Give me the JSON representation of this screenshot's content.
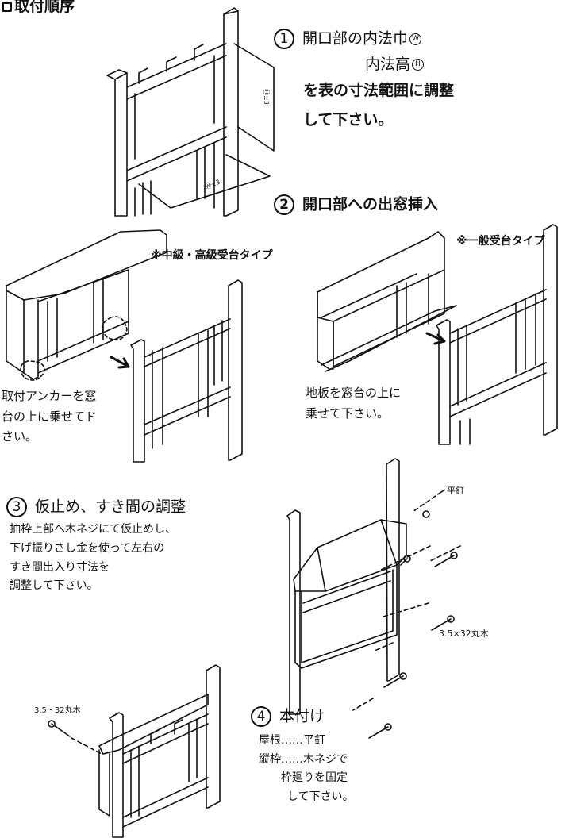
{
  "title": "取付順序",
  "step1": {
    "num": "1",
    "lines": [
      "開口部の内法巾",
      "内法高",
      "を表の寸法範囲に調整",
      "して下さい。"
    ],
    "mark_w": "W",
    "mark_h": "H",
    "dim_h": "Ⓗ±3",
    "dim_w": "Ⓦ±3"
  },
  "step2": {
    "num": "2",
    "title": "開口部への出窓挿入",
    "type_a": "※中級・高級受台タイプ",
    "type_b": "※一般受台タイプ",
    "note_a": [
      "取付アンカーを窓",
      "台の上に乗せてド",
      "さい。"
    ],
    "note_b": [
      "地板を窓台の上に",
      "乗せて下さい。"
    ]
  },
  "step3": {
    "num": "3",
    "title": "仮止め、すき間の調整",
    "lines": [
      "抽枠上部へ木ネジにて仮止めし、",
      "下げ振りさし金を使って左右の",
      "すき間出入り寸法を",
      "調整して下さい。"
    ],
    "label_nail": "平釘",
    "label_screw": "3.5×32丸木"
  },
  "step4": {
    "num": "4",
    "title": "本付け",
    "lines": [
      "屋根……平釘",
      "縦枠……木ネジで",
      "枠廻りを固定",
      "して下さい。"
    ],
    "label_screw": "3.5・32丸木"
  }
}
